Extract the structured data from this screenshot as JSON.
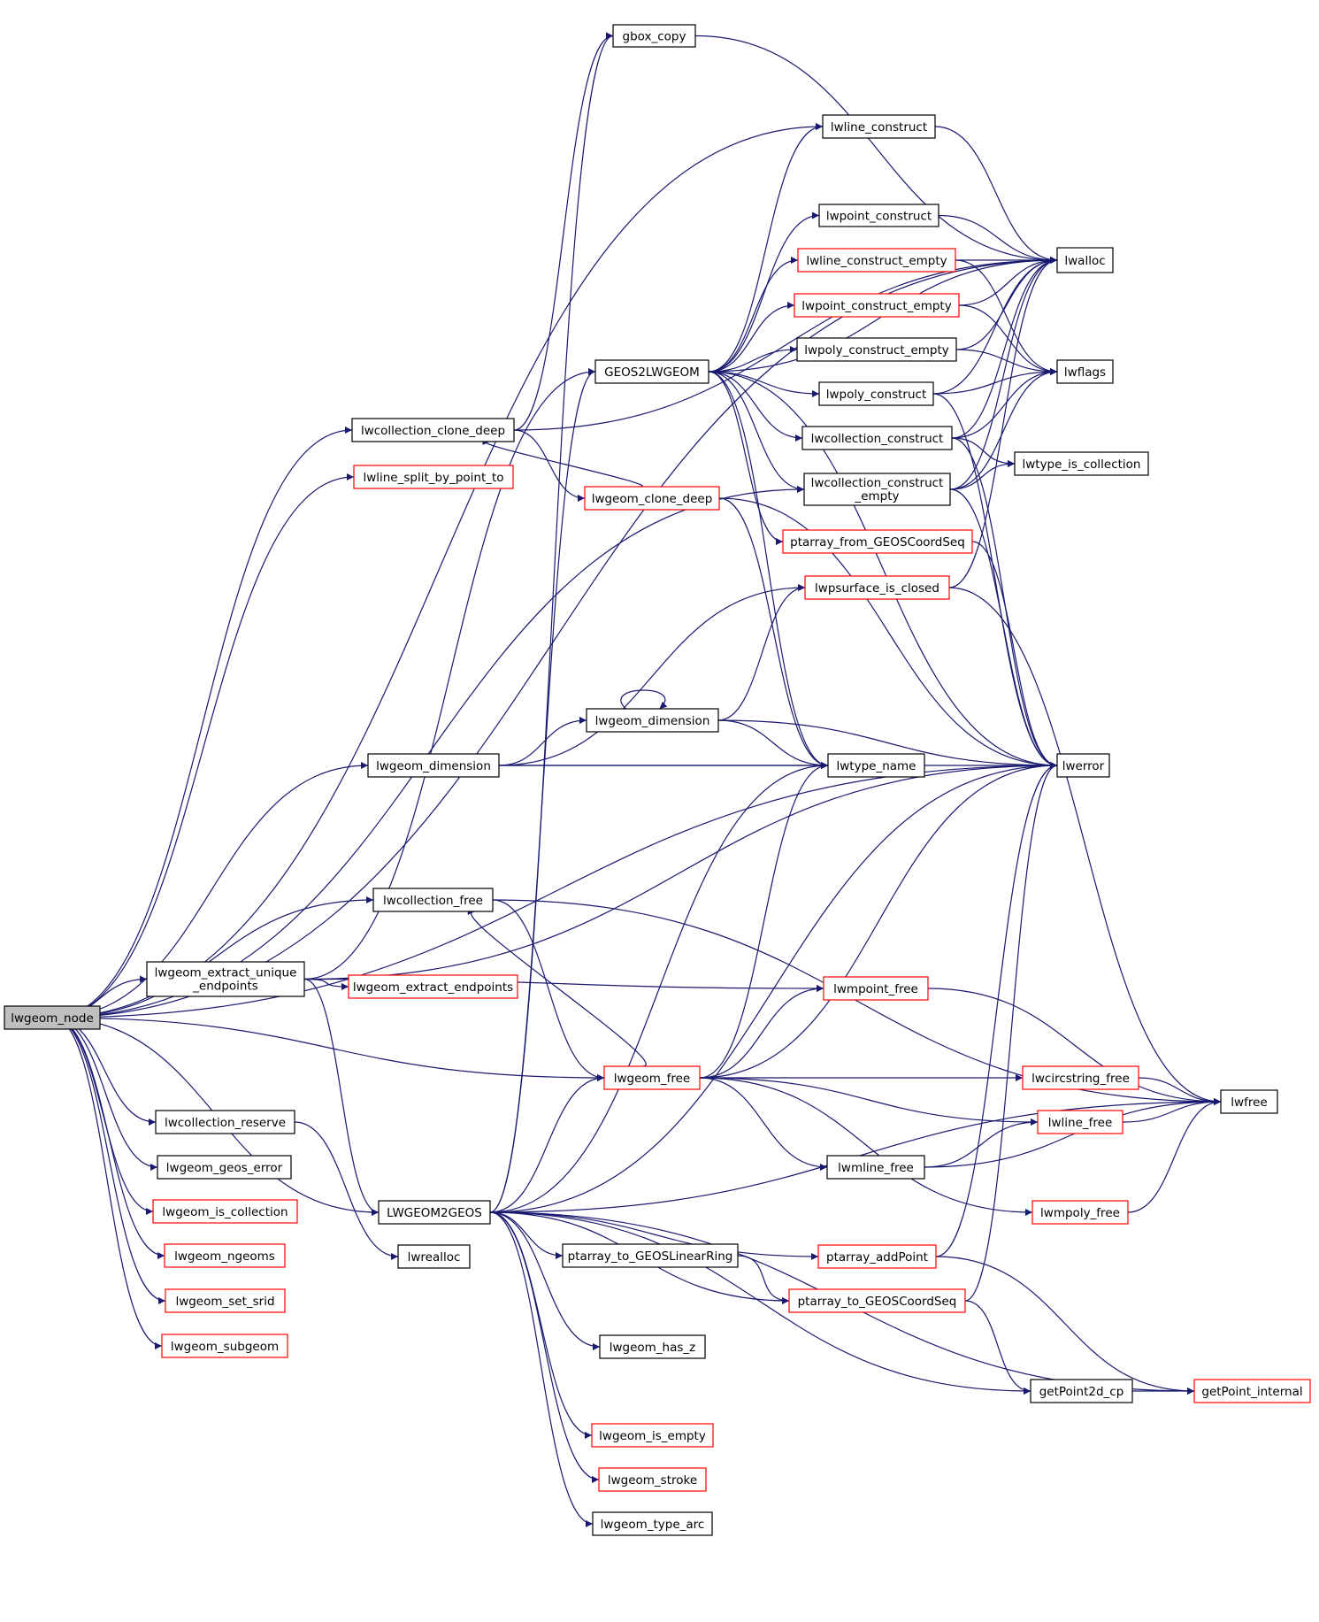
{
  "diagram": {
    "nodes": [
      {
        "id": "lwgeom_node",
        "label": "lwgeom_node",
        "variant": "root"
      },
      {
        "id": "gbox_copy",
        "label": "gbox_copy",
        "variant": "normal"
      },
      {
        "id": "lwline_construct",
        "label": "lwline_construct",
        "variant": "normal"
      },
      {
        "id": "lwpoint_construct",
        "label": "lwpoint_construct",
        "variant": "normal"
      },
      {
        "id": "lwalloc",
        "label": "lwalloc",
        "variant": "normal"
      },
      {
        "id": "lwline_construct_empty",
        "label": "lwline_construct_empty",
        "variant": "red"
      },
      {
        "id": "lwpoint_construct_empty",
        "label": "lwpoint_construct_empty",
        "variant": "red"
      },
      {
        "id": "lwpoly_construct_empty",
        "label": "lwpoly_construct_empty",
        "variant": "normal"
      },
      {
        "id": "GEOS2LWGEOM",
        "label": "GEOS2LWGEOM",
        "variant": "normal"
      },
      {
        "id": "lwflags",
        "label": "lwflags",
        "variant": "normal"
      },
      {
        "id": "lwpoly_construct",
        "label": "lwpoly_construct",
        "variant": "normal"
      },
      {
        "id": "lwcollection_clone_deep",
        "label": "lwcollection_clone_deep",
        "variant": "normal"
      },
      {
        "id": "lwcollection_construct",
        "label": "lwcollection_construct",
        "variant": "normal"
      },
      {
        "id": "lwtype_is_collection",
        "label": "lwtype_is_collection",
        "variant": "normal"
      },
      {
        "id": "lwline_split_by_point_to",
        "label": "lwline_split_by_point_to",
        "variant": "red"
      },
      {
        "id": "lwcollection_construct_empty",
        "label": "lwcollection_construct",
        "label2": "_empty",
        "variant": "normal"
      },
      {
        "id": "lwgeom_clone_deep",
        "label": "lwgeom_clone_deep",
        "variant": "red"
      },
      {
        "id": "ptarray_from_GEOSCoordSeq",
        "label": "ptarray_from_GEOSCoordSeq",
        "variant": "red"
      },
      {
        "id": "lwpsurface_is_closed",
        "label": "lwpsurface_is_closed",
        "variant": "red"
      },
      {
        "id": "lwgeom_dimension_inner",
        "label": "lwgeom_dimension",
        "variant": "normal"
      },
      {
        "id": "lwgeom_dimension",
        "label": "lwgeom_dimension",
        "variant": "normal"
      },
      {
        "id": "lwtype_name",
        "label": "lwtype_name",
        "variant": "normal"
      },
      {
        "id": "lwerror",
        "label": "lwerror",
        "variant": "normal"
      },
      {
        "id": "lwcollection_free",
        "label": "lwcollection_free",
        "variant": "normal"
      },
      {
        "id": "lwgeom_extract_unique_endpoints",
        "label": "lwgeom_extract_unique",
        "label2": "_endpoints",
        "variant": "normal"
      },
      {
        "id": "lwgeom_extract_endpoints",
        "label": "lwgeom_extract_endpoints",
        "variant": "red"
      },
      {
        "id": "lwmpoint_free",
        "label": "lwmpoint_free",
        "variant": "red"
      },
      {
        "id": "lwgeom_free",
        "label": "lwgeom_free",
        "variant": "red"
      },
      {
        "id": "lwcircstring_free",
        "label": "lwcircstring_free",
        "variant": "red"
      },
      {
        "id": "lwfree",
        "label": "lwfree",
        "variant": "normal"
      },
      {
        "id": "lwcollection_reserve",
        "label": "lwcollection_reserve",
        "variant": "normal"
      },
      {
        "id": "lwline_free",
        "label": "lwline_free",
        "variant": "red"
      },
      {
        "id": "lwgeom_geos_error",
        "label": "lwgeom_geos_error",
        "variant": "normal"
      },
      {
        "id": "lwmline_free",
        "label": "lwmline_free",
        "variant": "normal"
      },
      {
        "id": "lwgeom_is_collection",
        "label": "lwgeom_is_collection",
        "variant": "red"
      },
      {
        "id": "LWGEOM2GEOS",
        "label": "LWGEOM2GEOS",
        "variant": "normal"
      },
      {
        "id": "lwmpoly_free",
        "label": "lwmpoly_free",
        "variant": "red"
      },
      {
        "id": "lwgeom_ngeoms",
        "label": "lwgeom_ngeoms",
        "variant": "red"
      },
      {
        "id": "lwrealloc",
        "label": "lwrealloc",
        "variant": "normal"
      },
      {
        "id": "ptarray_to_GEOSLinearRing",
        "label": "ptarray_to_GEOSLinearRing",
        "variant": "normal"
      },
      {
        "id": "ptarray_addPoint",
        "label": "ptarray_addPoint",
        "variant": "red"
      },
      {
        "id": "lwgeom_set_srid",
        "label": "lwgeom_set_srid",
        "variant": "red"
      },
      {
        "id": "ptarray_to_GEOSCoordSeq",
        "label": "ptarray_to_GEOSCoordSeq",
        "variant": "red"
      },
      {
        "id": "lwgeom_subgeom",
        "label": "lwgeom_subgeom",
        "variant": "red"
      },
      {
        "id": "lwgeom_has_z",
        "label": "lwgeom_has_z",
        "variant": "normal"
      },
      {
        "id": "getPoint2d_cp",
        "label": "getPoint2d_cp",
        "variant": "normal"
      },
      {
        "id": "getPoint_internal",
        "label": "getPoint_internal",
        "variant": "red"
      },
      {
        "id": "lwgeom_is_empty",
        "label": "lwgeom_is_empty",
        "variant": "red"
      },
      {
        "id": "lwgeom_stroke",
        "label": "lwgeom_stroke",
        "variant": "red"
      },
      {
        "id": "lwgeom_type_arc",
        "label": "lwgeom_type_arc",
        "variant": "normal"
      }
    ],
    "edges": [
      [
        "lwgeom_node",
        "lwcollection_clone_deep"
      ],
      [
        "lwgeom_node",
        "lwline_split_by_point_to"
      ],
      [
        "lwgeom_node",
        "lwline_construct"
      ],
      [
        "lwgeom_node",
        "lwalloc"
      ],
      [
        "lwgeom_node",
        "lwcollection_construct_empty"
      ],
      [
        "lwgeom_node",
        "lwgeom_dimension"
      ],
      [
        "lwgeom_node",
        "lwerror"
      ],
      [
        "lwgeom_node",
        "lwcollection_free"
      ],
      [
        "lwgeom_node",
        "lwgeom_extract_unique_endpoints"
      ],
      [
        "lwgeom_node",
        "lwgeom_free"
      ],
      [
        "lwgeom_node",
        "LWGEOM2GEOS"
      ],
      [
        "lwgeom_node",
        "lwcollection_reserve"
      ],
      [
        "lwgeom_node",
        "lwgeom_geos_error"
      ],
      [
        "lwgeom_node",
        "lwgeom_is_collection"
      ],
      [
        "lwgeom_node",
        "lwgeom_ngeoms"
      ],
      [
        "lwgeom_node",
        "lwgeom_set_srid"
      ],
      [
        "lwgeom_node",
        "lwgeom_subgeom"
      ],
      [
        "lwcollection_clone_deep",
        "gbox_copy"
      ],
      [
        "lwcollection_clone_deep",
        "lwalloc"
      ],
      [
        "lwcollection_clone_deep",
        "lwgeom_clone_deep"
      ],
      [
        "gbox_copy",
        "lwalloc"
      ],
      [
        "lwline_construct",
        "lwalloc"
      ],
      [
        "lwpoint_construct",
        "lwalloc"
      ],
      [
        "lwline_construct_empty",
        "lwalloc"
      ],
      [
        "lwline_construct_empty",
        "lwflags"
      ],
      [
        "lwpoint_construct_empty",
        "lwalloc"
      ],
      [
        "lwpoint_construct_empty",
        "lwflags"
      ],
      [
        "lwpoly_construct_empty",
        "lwalloc"
      ],
      [
        "lwpoly_construct_empty",
        "lwflags"
      ],
      [
        "lwpoly_construct",
        "lwalloc"
      ],
      [
        "lwpoly_construct",
        "lwflags"
      ],
      [
        "lwpoly_construct",
        "lwerror"
      ],
      [
        "lwcollection_construct",
        "lwflags"
      ],
      [
        "lwcollection_construct",
        "lwtype_is_collection"
      ],
      [
        "lwcollection_construct",
        "lwerror"
      ],
      [
        "lwcollection_construct",
        "lwalloc"
      ],
      [
        "lwcollection_construct_empty",
        "lwalloc"
      ],
      [
        "lwcollection_construct_empty",
        "lwflags"
      ],
      [
        "lwcollection_construct_empty",
        "lwtype_is_collection"
      ],
      [
        "lwcollection_construct_empty",
        "lwerror"
      ],
      [
        "GEOS2LWGEOM",
        "lwline_construct"
      ],
      [
        "GEOS2LWGEOM",
        "lwalloc"
      ],
      [
        "GEOS2LWGEOM",
        "lwpoint_construct"
      ],
      [
        "GEOS2LWGEOM",
        "lwline_construct_empty"
      ],
      [
        "GEOS2LWGEOM",
        "lwpoint_construct_empty"
      ],
      [
        "GEOS2LWGEOM",
        "lwpoly_construct_empty"
      ],
      [
        "GEOS2LWGEOM",
        "lwpoly_construct"
      ],
      [
        "GEOS2LWGEOM",
        "lwcollection_construct"
      ],
      [
        "GEOS2LWGEOM",
        "lwcollection_construct_empty"
      ],
      [
        "GEOS2LWGEOM",
        "ptarray_from_GEOSCoordSeq"
      ],
      [
        "GEOS2LWGEOM",
        "lwerror"
      ],
      [
        "GEOS2LWGEOM",
        "lwtype_name"
      ],
      [
        "lwgeom_clone_deep",
        "lwcollection_clone_deep"
      ],
      [
        "lwgeom_clone_deep",
        "lwtype_name"
      ],
      [
        "lwgeom_clone_deep",
        "lwerror"
      ],
      [
        "ptarray_from_GEOSCoordSeq",
        "lwerror"
      ],
      [
        "lwpsurface_is_closed",
        "lwalloc"
      ],
      [
        "lwpsurface_is_closed",
        "lwfree"
      ],
      [
        "lwgeom_dimension_inner",
        "lwgeom_dimension_inner"
      ],
      [
        "lwgeom_dimension_inner",
        "lwpsurface_is_closed"
      ],
      [
        "lwgeom_dimension_inner",
        "lwtype_name"
      ],
      [
        "lwgeom_dimension_inner",
        "lwerror"
      ],
      [
        "lwgeom_dimension",
        "lwgeom_dimension_inner"
      ],
      [
        "lwgeom_dimension",
        "lwtype_name"
      ],
      [
        "lwgeom_dimension",
        "lwerror"
      ],
      [
        "lwgeom_dimension",
        "lwpsurface_is_closed"
      ],
      [
        "lwcollection_free",
        "lwgeom_free"
      ],
      [
        "lwcollection_free",
        "lwfree"
      ],
      [
        "lwgeom_extract_unique_endpoints",
        "GEOS2LWGEOM"
      ],
      [
        "lwgeom_extract_unique_endpoints",
        "lwgeom_extract_endpoints"
      ],
      [
        "lwgeom_extract_unique_endpoints",
        "lwerror"
      ],
      [
        "lwgeom_extract_unique_endpoints",
        "lwmpoint_free"
      ],
      [
        "lwgeom_extract_unique_endpoints",
        "LWGEOM2GEOS"
      ],
      [
        "lwgeom_free",
        "lwcollection_free"
      ],
      [
        "lwgeom_free",
        "lwmpoint_free"
      ],
      [
        "lwgeom_free",
        "lwtype_name"
      ],
      [
        "lwgeom_free",
        "lwerror"
      ],
      [
        "lwgeom_free",
        "lwcircstring_free"
      ],
      [
        "lwgeom_free",
        "lwline_free"
      ],
      [
        "lwgeom_free",
        "lwmline_free"
      ],
      [
        "lwgeom_free",
        "lwmpoly_free"
      ],
      [
        "lwmpoint_free",
        "lwfree"
      ],
      [
        "lwcircstring_free",
        "lwfree"
      ],
      [
        "lwline_free",
        "lwfree"
      ],
      [
        "lwmline_free",
        "lwline_free"
      ],
      [
        "lwmline_free",
        "lwfree"
      ],
      [
        "lwmpoly_free",
        "lwfree"
      ],
      [
        "lwcollection_reserve",
        "lwrealloc"
      ],
      [
        "LWGEOM2GEOS",
        "GEOS2LWGEOM"
      ],
      [
        "LWGEOM2GEOS",
        "lwgeom_free"
      ],
      [
        "LWGEOM2GEOS",
        "lwtype_name"
      ],
      [
        "LWGEOM2GEOS",
        "lwerror"
      ],
      [
        "LWGEOM2GEOS",
        "ptarray_to_GEOSLinearRing"
      ],
      [
        "LWGEOM2GEOS",
        "ptarray_addPoint"
      ],
      [
        "LWGEOM2GEOS",
        "ptarray_to_GEOSCoordSeq"
      ],
      [
        "LWGEOM2GEOS",
        "lwfree"
      ],
      [
        "LWGEOM2GEOS",
        "lwgeom_has_z"
      ],
      [
        "LWGEOM2GEOS",
        "getPoint2d_cp"
      ],
      [
        "LWGEOM2GEOS",
        "lwgeom_is_empty"
      ],
      [
        "LWGEOM2GEOS",
        "lwgeom_stroke"
      ],
      [
        "LWGEOM2GEOS",
        "lwgeom_type_arc"
      ],
      [
        "LWGEOM2GEOS",
        "getPoint_internal"
      ],
      [
        "LWGEOM2GEOS",
        "gbox_copy"
      ],
      [
        "ptarray_to_GEOSLinearRing",
        "ptarray_to_GEOSCoordSeq"
      ],
      [
        "ptarray_addPoint",
        "lwerror"
      ],
      [
        "ptarray_addPoint",
        "getPoint_internal"
      ],
      [
        "ptarray_to_GEOSCoordSeq",
        "lwerror"
      ],
      [
        "ptarray_to_GEOSCoordSeq",
        "getPoint2d_cp"
      ],
      [
        "getPoint2d_cp",
        "getPoint_internal"
      ]
    ],
    "colors": {
      "edge": "#191970",
      "node_border": "#000000",
      "node_border_red": "#ff0000",
      "root_fill": "#bfbfbf",
      "background": "#ffffff"
    }
  }
}
